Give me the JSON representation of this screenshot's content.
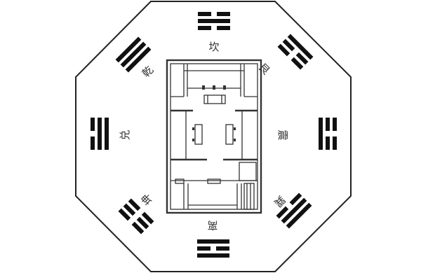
{
  "diagram": {
    "trigrams": [
      {
        "id": "kan",
        "label": "坎",
        "lines": [
          0,
          1,
          0
        ]
      },
      {
        "id": "gen",
        "label": "艮",
        "lines": [
          1,
          0,
          0
        ]
      },
      {
        "id": "zhen",
        "label": "震",
        "lines": [
          0,
          0,
          1
        ]
      },
      {
        "id": "xun",
        "label": "巽",
        "lines": [
          1,
          1,
          0
        ]
      },
      {
        "id": "li",
        "label": "离",
        "lines": [
          1,
          0,
          1
        ]
      },
      {
        "id": "kun",
        "label": "坤",
        "lines": [
          0,
          0,
          0
        ]
      },
      {
        "id": "dui",
        "label": "兑",
        "lines": [
          0,
          1,
          1
        ]
      },
      {
        "id": "qian",
        "label": "乾",
        "lines": [
          1,
          1,
          1
        ]
      }
    ],
    "colors": {
      "line": "#111111",
      "stroke": "#222222",
      "text": "#333333",
      "background": "#ffffff"
    }
  }
}
